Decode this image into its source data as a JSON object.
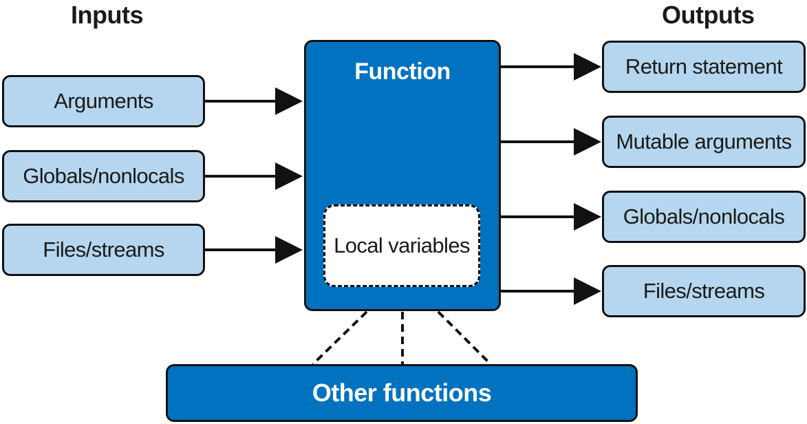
{
  "headings": {
    "inputs": "Inputs",
    "outputs": "Outputs"
  },
  "inputs": [
    "Arguments",
    "Globals/nonlocals",
    "Files/streams"
  ],
  "function": {
    "title": "Function",
    "locals": "Local variables"
  },
  "outputs": [
    "Return statement",
    "Mutable arguments",
    "Globals/nonlocals",
    "Files/streams"
  ],
  "other": "Other functions",
  "colors": {
    "light_box": "#b5d6ee",
    "dark_box": "#0072bf",
    "outline": "#111111"
  }
}
